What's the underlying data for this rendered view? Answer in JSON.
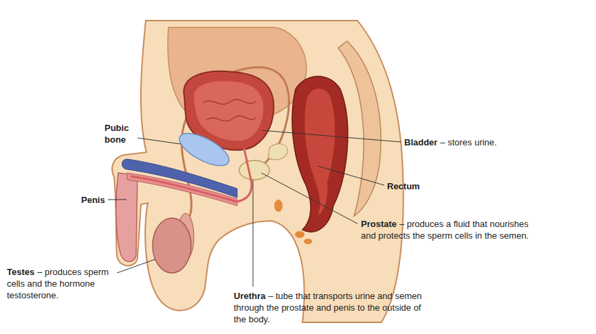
{
  "diagram": {
    "labels": [
      "Pubic bone",
      "Bladder",
      "– stores urine.",
      "Rectum",
      "Penis",
      "Prostate",
      "– produces a fluid that nourishes and protects the sperm cells in the semen.",
      "Testes",
      "– produces sperm cells and the hormone testosterone.",
      "Urethra",
      "– tube that transports urine and semen through the prostate and penis to the outside of the body."
    ]
  }
}
